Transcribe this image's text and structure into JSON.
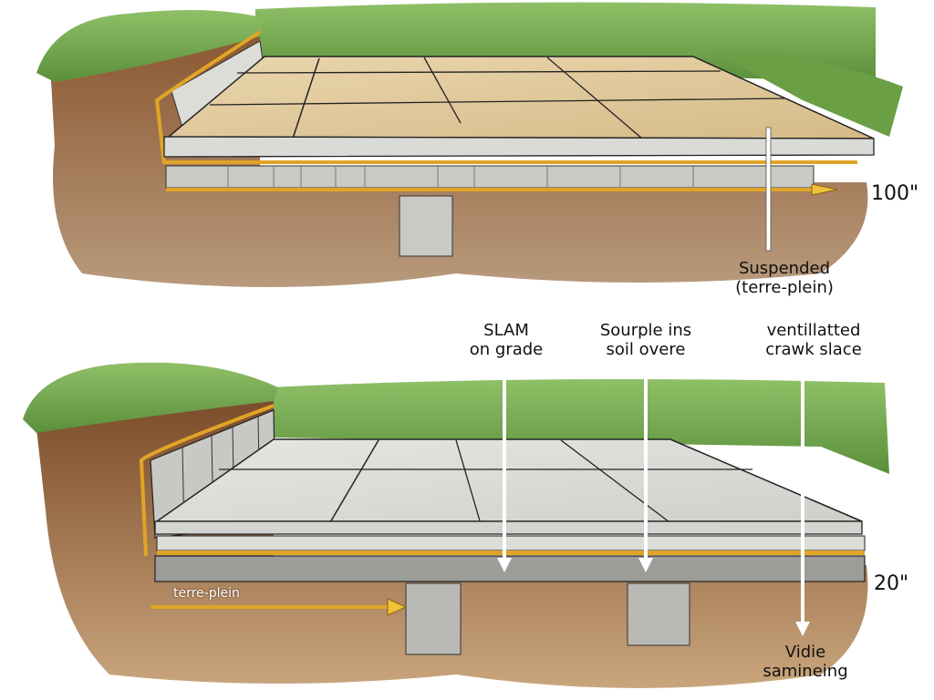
{
  "diagram": {
    "title_hidden": "Floor foundation types cross-section",
    "top_section": {
      "description": "Suspended floor over terre-plein",
      "label": {
        "line1": "Suspended",
        "line2": "(terre-plein)"
      },
      "dimension": "100\"",
      "colors": {
        "slab_top": "#e2c89a",
        "slab_edge": "#d8d8d4",
        "block": "#c9c9c5",
        "membrane": "#e0a526",
        "soil": "#8a5a32",
        "grass": "#6fa54a"
      }
    },
    "center_labels": [
      {
        "line1": "SLAM",
        "line2": "on grade"
      },
      {
        "line1": "Sourple ins",
        "line2": "soil overe"
      },
      {
        "line1": "ventillatted",
        "line2": "crawk slace"
      }
    ],
    "bottom_section": {
      "description": "Slab on grade over concrete blocks",
      "arrow_label": "terre-plein",
      "dimension": "20\"",
      "bottom_label": {
        "line1": "Vidie",
        "line2": "samineing"
      },
      "colors": {
        "slab_top": "#dcdcd8",
        "slab_edge": "#bdbdb9",
        "base": "#9c9c98",
        "membrane": "#e0a526",
        "soil": "#9a6a3e",
        "grass": "#6fa54a"
      }
    }
  }
}
